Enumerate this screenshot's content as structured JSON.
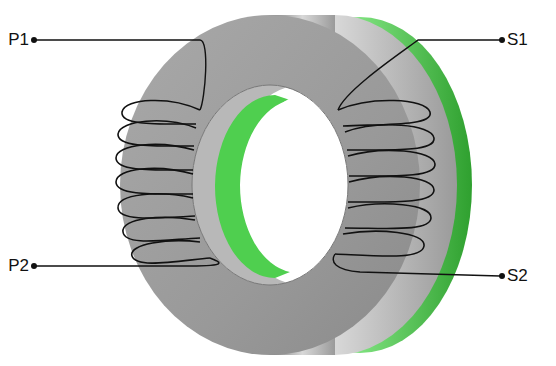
{
  "diagram": {
    "labels": [
      "P1",
      "S1",
      "P2",
      "S2"
    ]
  }
}
